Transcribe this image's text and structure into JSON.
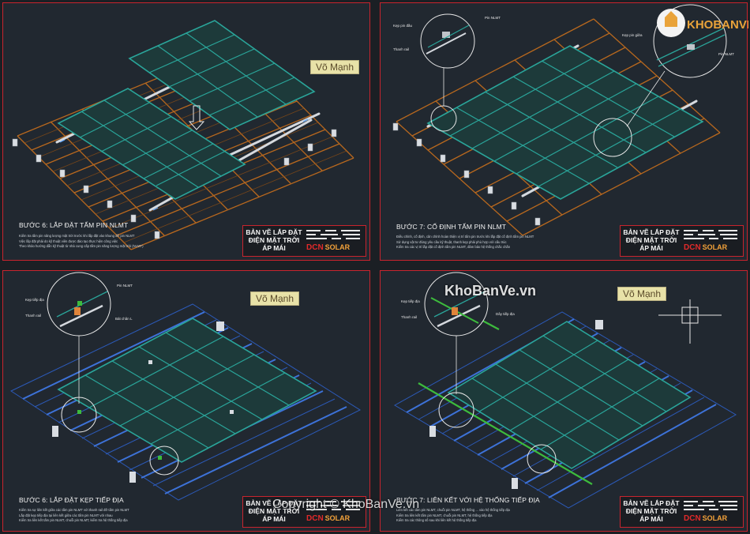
{
  "watermark_author": "Võ Mạnh",
  "site_watermark": "KhoBanVe.vn",
  "copyright": "Copyright © KhoBanVe.vn",
  "logo_badge": "KHOBANVE",
  "brand": {
    "title": "BẢN VẼ LẮP ĐẶT ĐIỆN MẶT TRỜI ÁP MÁI",
    "title_line1": "BẢN VẼ LẮP ĐẶT",
    "title_line2": "ĐIỆN MẶT TRỜI",
    "title_line3": "ÁP MÁI",
    "logo_main": "DCN",
    "logo_sub": "SOLAR"
  },
  "panels": [
    {
      "id": "p1",
      "step": "BƯỚC 6: LẮP ĐẶT TẤM PIN NLMT",
      "bullets": [
        "Kiểm tra tấm pin năng lượng mặt trời trước khi lắp đặt vào khung đỡ pin NLMT",
        "Việc lắp đặt phải do kỹ thuật viên được đào tạo thực hiện công việc",
        "Theo khảo hướng dẫn kỹ thuật từ nhà cung cấp tấm pin năng lượng mặt trời (NLMT)"
      ],
      "callouts": []
    },
    {
      "id": "p2",
      "step": "BƯỚC 7: CỐ ĐỊNH TẤM PIN NLMT",
      "bullets": [
        "Điều chỉnh, cố định, căn chỉnh hoàn thiện vị trí tấm pin trước khi lắp đặt cố định tấm pin NLMT",
        "Sử dụng vật tư đúng yêu cầu kỹ thuật, thanh kẹp phải phù hợp với cấu trúc",
        "Kiểm tra các vị trí lắp đặt cố định tấm pin NLMT, đảm bảo hệ thống chắc chắn"
      ],
      "callouts": [
        "Pin NLMT",
        "Kẹp pin đầu",
        "Thanh rail",
        "Kẹp pin giữa",
        "Pin NLMT"
      ]
    },
    {
      "id": "p3",
      "step": "BƯỚC 6: LẮP ĐẶT KẸP TIẾP ĐỊA",
      "bullets": [
        "Kiểm tra sự liên kết giữa các tấm pin NLMT với thanh rail đỡ tấm pin NLMT",
        "Lắp đặt kẹp tiếp địa tại liên kết giữa các tấm pin NLMT với nhau",
        "Kiểm tra liên kết tấm pin NLMT, chuỗi pin NLMT, kiểm tra hệ thống tiếp địa"
      ],
      "callouts": [
        "Pin NLMT",
        "Kẹp tiếp địa",
        "Thanh rail",
        "Bát chân L"
      ]
    },
    {
      "id": "p4",
      "step": "BƯỚC 7: LIÊN KẾT VỚI HỆ THỐNG TIẾP ĐỊA",
      "bullets": [
        "Liên kết các tấm pin NLMT, chuỗi pin NLMT, hệ thống ... vào hệ thống tiếp địa",
        "Kiểm tra liên kết tấm pin NLMT, chuỗi pin NLMT, hệ thống tiếp địa",
        "Kiểm tra các thông số sau khi liên kết hệ thống tiếp địa"
      ],
      "callouts": [
        "Kẹp tiếp địa",
        "Thanh rail",
        "Dây tiếp địa"
      ]
    }
  ],
  "colors": {
    "frame": "#c8242e",
    "panel": "#2aa59a",
    "panel_fill": "#1d3a3a",
    "roof_tile": "#b8681e",
    "roof_metal": "#2c5ab8",
    "rail": "#c9cdd3",
    "ground_wire": "#3dbb3d"
  }
}
